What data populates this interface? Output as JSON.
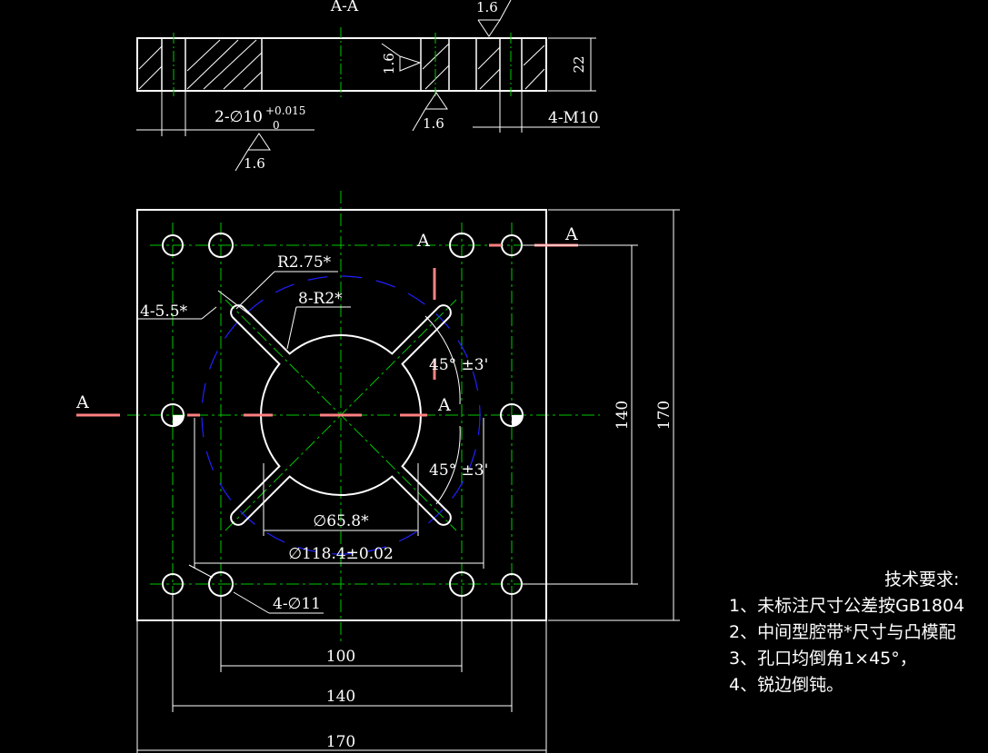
{
  "section_view": {
    "label": "A-A",
    "thickness": "22",
    "hole_dim_main": "2-∅10",
    "hole_tol_upper": "+0.015",
    "hole_tol_lower": "0",
    "thread": "4-M10",
    "roughness": [
      "1.6",
      "1.6",
      "1.6",
      "1.6"
    ]
  },
  "plan_view": {
    "section_marks": [
      "A",
      "A",
      "A",
      "A"
    ],
    "fillet_radius": "R2.75*",
    "slot_width": "4-5.5*",
    "corner_radius": "8-R2*",
    "angle_upper": "45° ±3'",
    "angle_lower": "45° ±3'",
    "center_diameter": "∅65.8*",
    "pitch_diameter": "∅118.4±0.02",
    "hole_dim": "4-∅11",
    "dim_100": "100",
    "dim_140_h": "140",
    "dim_170_h": "170",
    "dim_140_v": "140",
    "dim_170_v": "170"
  },
  "notes": {
    "title": "技术要求:",
    "items": [
      "1、未标注尺寸公差按GB1804",
      "2、中间型腔带*尺寸与凸模配",
      "3、孔口均倒角1×45°，",
      "4、锐边倒钝。"
    ]
  },
  "colors": {
    "background": "#000000",
    "outline": "#ffffff",
    "centerline": "#00c800",
    "hidden_arc": "#2020ff",
    "section_mark": "#ff8080"
  }
}
